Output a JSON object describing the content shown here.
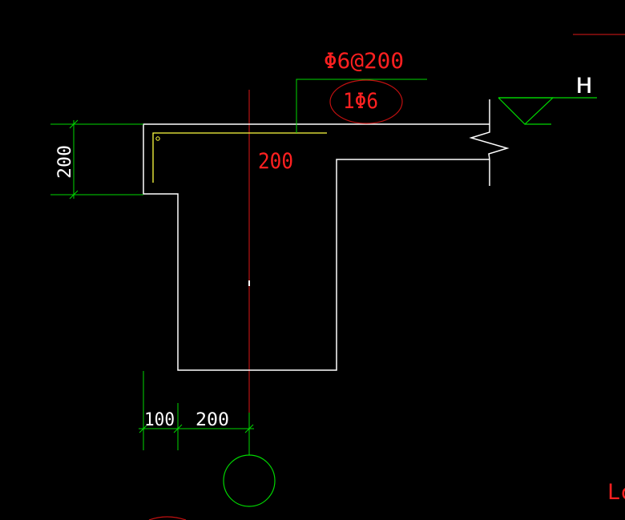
{
  "drawing": {
    "labels": {
      "rebar_spec": "Φ6@200",
      "rebar_count": "1Φ6",
      "web_width_dim": "200",
      "slab_thickness_dim": "200",
      "offset_dim": "100",
      "beam_width_dim": "200",
      "level_marker": "H",
      "edge_text": "Lc"
    },
    "colors": {
      "background": "#000000",
      "outline": "#ffffff",
      "dimension": "#00ff00",
      "annotation": "#ff0000",
      "rebar": "#ffff00"
    }
  }
}
